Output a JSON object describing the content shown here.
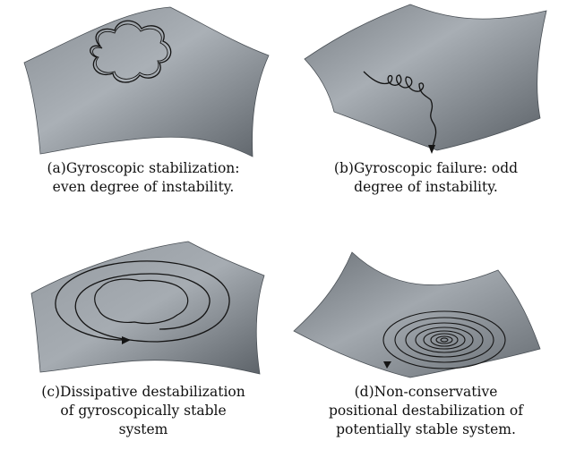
{
  "figure": {
    "panels": [
      {
        "id": "a",
        "caption_lines": [
          "(a)Gyroscopic stabilization:",
          "even degree of instability."
        ],
        "trajectory": "flower-shaped closed orbit",
        "surface": "saddle"
      },
      {
        "id": "b",
        "caption_lines": [
          "(b)Gyroscopic failure: odd",
          "degree of instability."
        ],
        "trajectory": "curling path running off the surface",
        "surface": "saddle"
      },
      {
        "id": "c",
        "caption_lines": [
          "(c)Dissipative destabilization",
          "of gyroscopically stable",
          "system"
        ],
        "trajectory": "outward spiral",
        "surface": "dome"
      },
      {
        "id": "d",
        "caption_lines": [
          "(d)Non-conservative",
          "positional destabilization of",
          "potentially stable system."
        ],
        "trajectory": "outward spiral from bottom of bowl",
        "surface": "bowl"
      }
    ],
    "colors": {
      "surface_light": "#a9aeb4",
      "surface_mid": "#7c8289",
      "surface_dark": "#4e545a",
      "trajectory": "#141414"
    }
  }
}
